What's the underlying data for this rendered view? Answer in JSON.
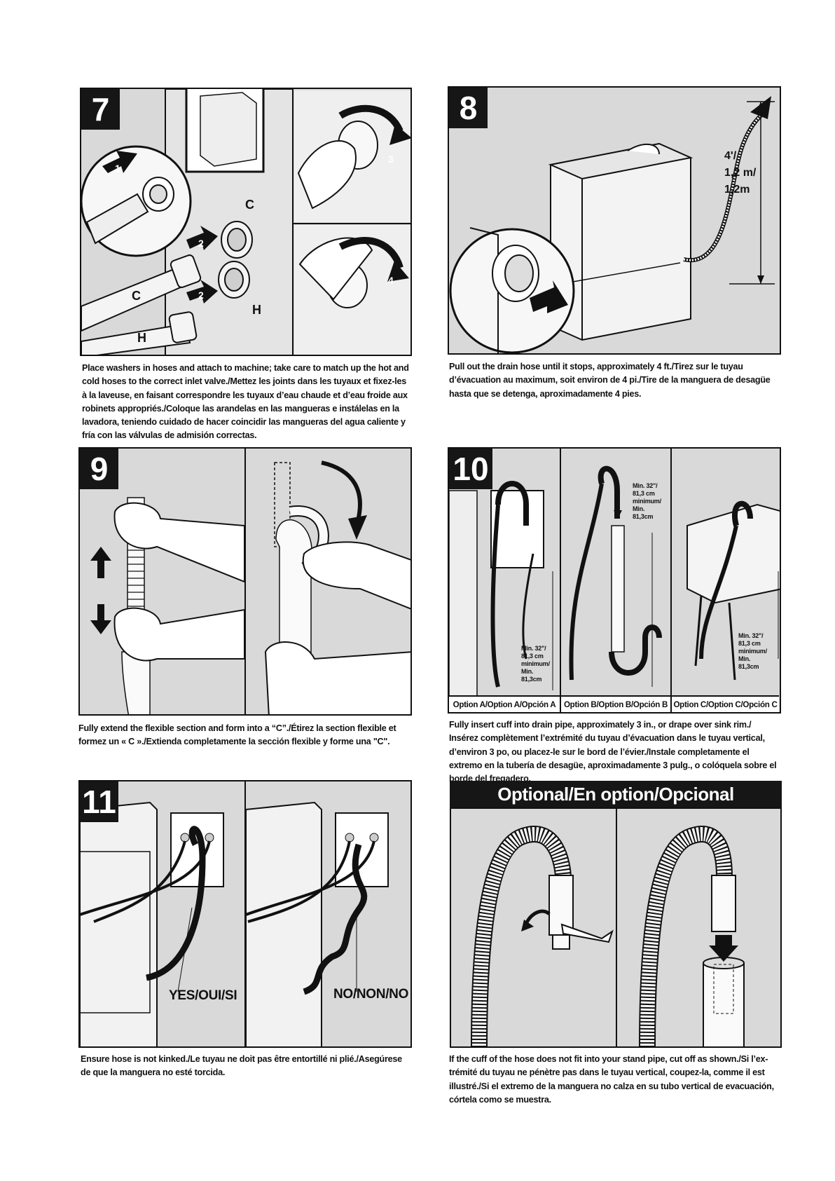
{
  "steps": {
    "step7": {
      "number": "7",
      "caption": "Place washers in hoses and attach to machine; take care to match up the hot and cold hoses to the correct inlet valve./Mettez les joints dans les tuyaux et fixez-les à la laveuse, en faisant correspondre les tuyaux d’eau chaude et d’eau froide aux robinets appropriés./Coloque las arandelas en las mangueras e instálelas en la lavadora, teniendo cuidado de hacer coincidir las mangueras del agua caliente y fría con las válvulas de admisión correctas.",
      "marks": [
        "1",
        "2",
        "2",
        "3",
        "4"
      ],
      "hose_letters": [
        "C",
        "H",
        "C",
        "H"
      ]
    },
    "step8": {
      "number": "8",
      "caption": "Pull out the drain hose until it stops, approximately 4 ft./Tirez sur le tuyau d’évacuation au maximum, soit environ de 4 pi./Tire de la manguera de desagüe hasta que se detenga, aproximadamente 4 pies.",
      "measurement": [
        "4'/",
        "1,2 m/",
        "1,2m"
      ]
    },
    "step9": {
      "number": "9",
      "caption": "Fully extend the flexible section and form into a “C”./Étirez la section flexible et formez un « C »./Extienda completamente la sección flexible y forme una \"C\"."
    },
    "step10": {
      "number": "10",
      "caption": "Fully insert cuff into drain pipe, approximately 3 in., or drape over sink rim./ Insérez complètement l’extrémité du tuyau d’évacuation dans le tuyau vertical, d’environ 3 po, ou placez-le sur le bord de l’évier./Instale completamente el extremo en la tubería de desagüe, aproximadamente 3 pulg., o colóquela sobre el borde del fregadero.",
      "options": [
        "Option A/Option A/Opción A",
        "Option B/Option B/Opción B",
        "Option C/Option C/Opción C"
      ],
      "min_label": [
        "Min. 32\"/",
        "81,3 cm",
        "minimum/",
        "Min.",
        "81,3cm"
      ]
    },
    "step11": {
      "number": "11",
      "caption": "Ensure hose is not kinked./Le tuyau ne doit pas être entortillé ni plié./Asegúrese de que la manguera no esté torcida.",
      "yes_label": "YES/OUI/SI",
      "no_label": "NO/NON/NO"
    },
    "optional": {
      "header": "Optional/En option/Opcional",
      "caption": "If the cuff of the hose does not fit into your stand pipe, cut off as shown./Si l’ex-trémité du tuyau ne pénètre pas dans le tuyau vertical, coupez-la, comme il est illustré./Si el extremo de la manguera no calza en su tubo vertical de evacuación, córtela como se muestra."
    }
  }
}
